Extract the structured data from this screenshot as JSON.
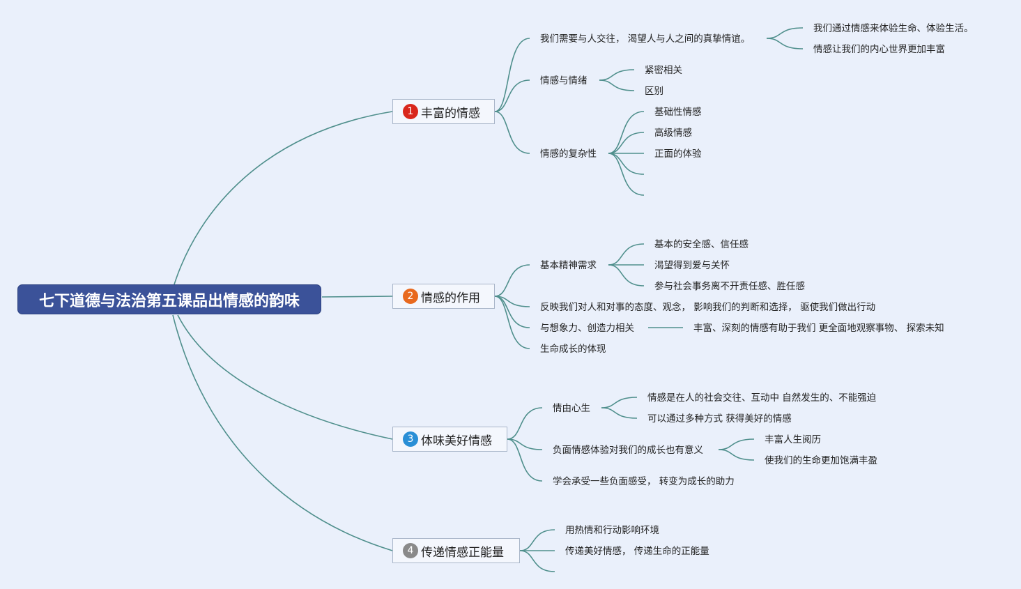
{
  "root": {
    "title": "七下道德与法治第五课品出情感的韵味"
  },
  "colors": {
    "root_bg": "#3b5299",
    "line": "#4f8f8c",
    "badge1": "#d9271c",
    "badge2": "#e8691e",
    "badge3": "#2a8fd6",
    "badge4": "#8a8a8a"
  },
  "branches": [
    {
      "num": "1",
      "label": "丰富的情感",
      "children": [
        {
          "label": "我们需要与人交往， 渴望人与人之间的真挚情谊。",
          "children": [
            "我们通过情感来体验生命、体验生活。",
            "情感让我们的内心世界更加丰富"
          ]
        },
        {
          "label": "情感与情绪",
          "children": [
            "紧密相关",
            "区别"
          ]
        },
        {
          "label": "情感的复杂性",
          "children": [
            "基础性情感",
            "高级情感",
            "正面的体验",
            "",
            ""
          ]
        }
      ]
    },
    {
      "num": "2",
      "label": "情感的作用",
      "children": [
        {
          "label": "基本精神需求",
          "children": [
            "基本的安全感、信任感",
            "渴望得到爱与关怀",
            "参与社会事务离不开责任感、胜任感"
          ]
        },
        {
          "label": "反映我们对人和对事的态度、观念， 影响我们的判断和选择， 驱使我们做出行动",
          "children": []
        },
        {
          "label": "与想象力、创造力相关",
          "children": [
            "丰富、深刻的情感有助于我们 更全面地观察事物、 探索未知"
          ]
        },
        {
          "label": "生命成长的体现",
          "children": []
        }
      ]
    },
    {
      "num": "3",
      "label": "体味美好情感",
      "children": [
        {
          "label": "情由心生",
          "children": [
            "情感是在人的社会交往、互动中 自然发生的、不能强迫",
            "可以通过多种方式 获得美好的情感"
          ]
        },
        {
          "label": "负面情感体验对我们的成长也有意义",
          "children": [
            "丰富人生阅历",
            "使我们的生命更加饱满丰盈"
          ]
        },
        {
          "label": "学会承受一些负面感受， 转变为成长的助力",
          "children": []
        }
      ]
    },
    {
      "num": "4",
      "label": "传递情感正能量",
      "children": [
        {
          "label": "用热情和行动影响环境",
          "children": []
        },
        {
          "label": "传递美好情感， 传递生命的正能量",
          "children": []
        },
        {
          "label": "",
          "children": []
        }
      ]
    }
  ]
}
